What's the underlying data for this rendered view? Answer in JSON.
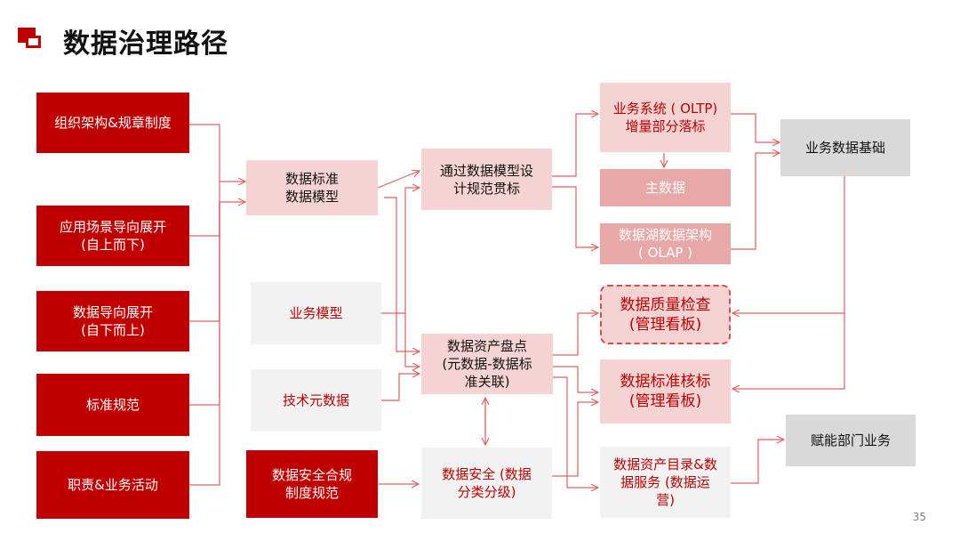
{
  "header": {
    "title": "数据治理路径"
  },
  "left": {
    "org": "组织架构&规章制度",
    "scene": "应用场景导向展开\n(自上而下)",
    "data_driven": "数据导向展开\n(自下而上)",
    "standards": "标准规范",
    "duties": "职责&业务活动"
  },
  "middle": {
    "std_model": "数据标准\n数据模型",
    "biz_model": "业务模型",
    "tech_meta": "技术元数据",
    "security_rules": "数据安全合规\n制度规范"
  },
  "center": {
    "model_design": "通过数据模型设\n计规范贯标",
    "asset_inventory": "数据资产盘点\n(元数据-数据标\n准关联)",
    "security_class": "数据安全 (数据\n分类分级)"
  },
  "right": {
    "oltp": "业务系统 ( OLTP)\n增量部分落标",
    "master_data": "主数据",
    "lake": "数据湖数据架构\n( OLAP )",
    "quality": "数据质量检查\n(管理看板)",
    "std_check": "数据标准核标\n(管理看板)",
    "catalog": "数据资产目录&数\n据服务 (数据运\n营)"
  },
  "outcomes": {
    "biz_foundation": "业务数据基础",
    "empower": "赋能部门业务"
  },
  "footer": {
    "page_number": "35"
  },
  "colors": {
    "red": "#c00000",
    "pink": "#f5d3d3",
    "rose": "#e8a8a8",
    "gray": "#f2f2f2",
    "dark_gray": "#d9d9d9",
    "line": "#e06060"
  }
}
